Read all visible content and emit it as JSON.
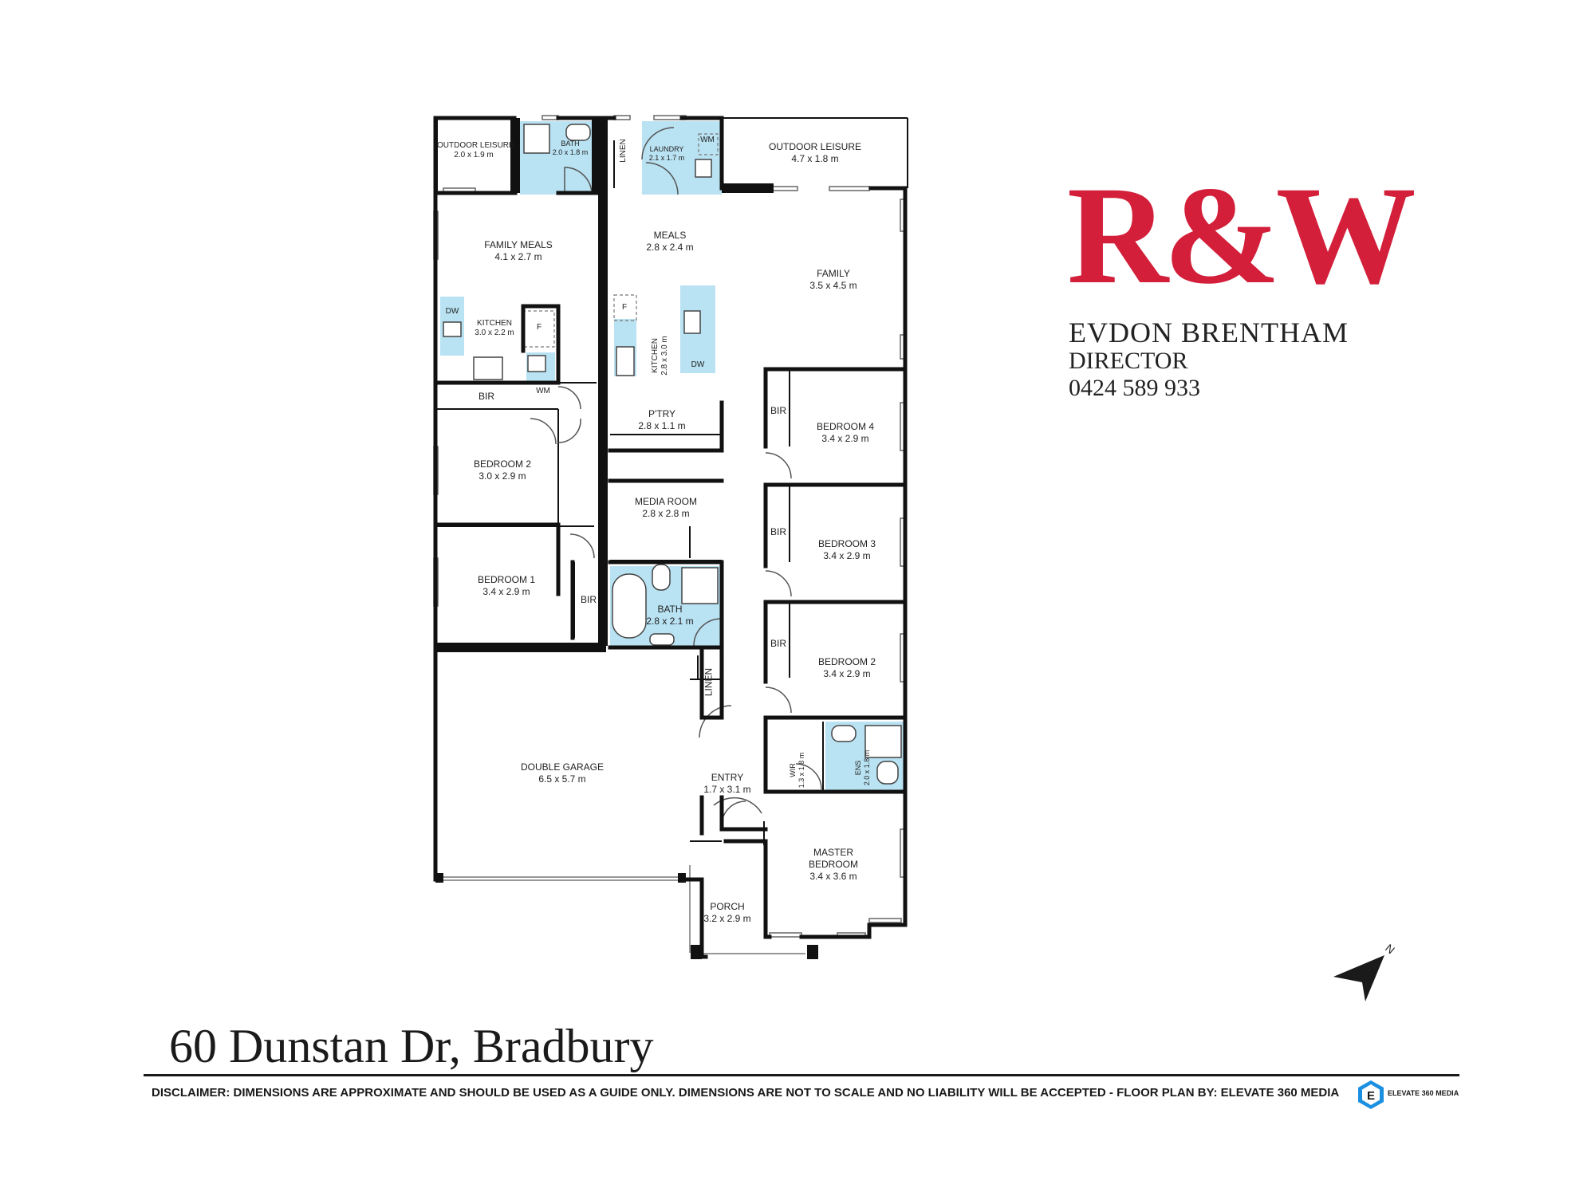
{
  "brand": {
    "logo_text": "R&W",
    "color": "#d31f3a"
  },
  "agent": {
    "name": "EVDON BRENTHAM",
    "title": "DIRECTOR",
    "phone": "0424 589 933"
  },
  "address": "60 Dunstan Dr, Bradbury",
  "disclaimer": "DISCLAIMER: DIMENSIONS ARE APPROXIMATE AND SHOULD BE USED AS A GUIDE ONLY. DIMENSIONS ARE NOT TO SCALE AND NO LIABILITY WILL BE ACCEPTED - FLOOR PLAN BY: ELEVATE 360 MEDIA",
  "credit": {
    "logo_letter": "E",
    "label": "ELEVATE 360 MEDIA"
  },
  "north": "N",
  "colors": {
    "wet_area": "#b9e2f2",
    "wall": "#111111"
  },
  "rooms": {
    "outdoor_leisure_1": {
      "name": "OUTDOOR LEISURE",
      "dims": "2.0 x 1.9 m"
    },
    "bath_1": {
      "name": "BATH",
      "dims": "2.0 x 1.8 m"
    },
    "linen_1": {
      "name": "LINEN"
    },
    "laundry": {
      "name": "LAUNDRY",
      "dims": "2.1 x 1.7 m"
    },
    "laundry_wm": {
      "name": "WM"
    },
    "outdoor_leisure_2": {
      "name": "OUTDOOR LEISURE",
      "dims": "4.7 x 1.8 m"
    },
    "family_meals": {
      "name": "FAMILY MEALS",
      "dims": "4.1 x 2.7 m"
    },
    "meals": {
      "name": "MEALS",
      "dims": "2.8 x 2.4 m"
    },
    "family": {
      "name": "FAMILY",
      "dims": "3.5 x 4.5 m"
    },
    "kitchen_1": {
      "name": "KITCHEN",
      "dims": "3.0 x 2.2 m"
    },
    "kitchen_1_dw": {
      "name": "DW"
    },
    "kitchen_1_f": {
      "name": "F"
    },
    "kitchen_1_wm": {
      "name": "WM"
    },
    "kitchen_2": {
      "name": "KITCHEN",
      "dims": "2.8 x 3.0 m"
    },
    "kitchen_2_dw": {
      "name": "DW"
    },
    "kitchen_2_f": {
      "name": "F"
    },
    "bir_left": {
      "name": "BIR"
    },
    "pantry": {
      "name": "P'TRY",
      "dims": "2.8 x 1.1 m"
    },
    "bedroom_2_left": {
      "name": "BEDROOM 2",
      "dims": "3.0 x 2.9 m"
    },
    "media_room": {
      "name": "MEDIA ROOM",
      "dims": "2.8 x 2.8 m"
    },
    "bedroom_1": {
      "name": "BEDROOM 1",
      "dims": "3.4 x 2.9 m"
    },
    "bedroom_1_bir": {
      "name": "BIR"
    },
    "bath_2": {
      "name": "BATH",
      "dims": "2.8 x 2.1 m"
    },
    "bedroom_4": {
      "name": "BEDROOM 4",
      "dims": "3.4 x 2.9 m"
    },
    "bedroom_4_bir": {
      "name": "BIR"
    },
    "bedroom_3": {
      "name": "BEDROOM 3",
      "dims": "3.4 x 2.9 m"
    },
    "bedroom_3_bir": {
      "name": "BIR"
    },
    "bedroom_2_right": {
      "name": "BEDROOM 2",
      "dims": "3.4 x 2.9 m"
    },
    "bedroom_2_right_bir": {
      "name": "BIR"
    },
    "linen_2": {
      "name": "LINEN"
    },
    "double_garage": {
      "name": "DOUBLE GARAGE",
      "dims": "6.5 x 5.7 m"
    },
    "entry": {
      "name": "ENTRY",
      "dims": "1.7 x 3.1 m"
    },
    "wir": {
      "name": "WIR",
      "dims": "1.3 x 1.8 m"
    },
    "ens": {
      "name": "ENS",
      "dims": "2.0 x 1.8 m"
    },
    "master_bedroom": {
      "name": "MASTER BEDROOM",
      "dims": "3.4 x 3.6 m"
    },
    "porch": {
      "name": "PORCH",
      "dims": "3.2 x 2.9 m"
    }
  }
}
